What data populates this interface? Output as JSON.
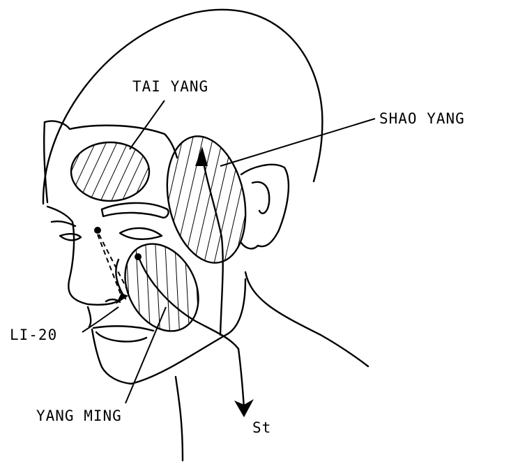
{
  "labels": {
    "tai_yang": "TAI YANG",
    "shao_yang": "SHAO YANG",
    "li_20": "LI-20",
    "yang_ming": "YANG MING",
    "st": "St"
  },
  "colors": {
    "ink": "#000000",
    "background": "#ffffff"
  }
}
